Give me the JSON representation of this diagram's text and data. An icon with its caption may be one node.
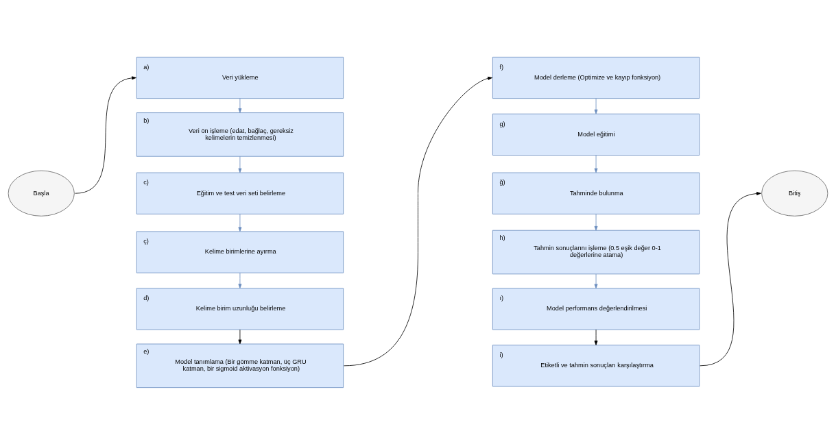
{
  "diagram": {
    "nodes": [
      {
        "text": [
          "Başla"
        ]
      },
      {
        "text": [
          "a)",
          "Veri yükleme"
        ]
      },
      {
        "text": [
          "b)",
          "Veri ön işleme (edat, bağlaç, gereksiz kelimelerin temizlenmesi)"
        ]
      },
      {
        "text": [
          "c)",
          "Eğitim ve test veri seti belirleme"
        ]
      },
      {
        "text": [
          "ç)",
          "Kelime birimlerine ayırma"
        ]
      },
      {
        "text": [
          "d)",
          "Kelime birim uzunluğu belirleme"
        ]
      },
      {
        "text": [
          "e)",
          "Model tanımlama (Bir gömme katman, üç GRU katman, bir sigmoid aktivasyon fonksiyon)"
        ]
      },
      {
        "text": [
          "f)",
          "Model derleme (Optimize ve kayıp fonksiyon)"
        ]
      },
      {
        "text": [
          "g)",
          "Model eğitimi"
        ]
      },
      {
        "text": [
          "ğ)",
          "Tahminde bulunma"
        ]
      },
      {
        "text": [
          "h)",
          "Tahmin sonuçlarını işleme (0.5 eşik değer 0-1 değerlerine atama)"
        ]
      },
      {
        "text": [
          "ı)",
          "Model performans değerlendirilmesi"
        ]
      },
      {
        "text": [
          "i)",
          "Etiketli ve tahmin sonuçları karşılaştırma"
        ]
      },
      {
        "text": [
          "Bitiş"
        ]
      }
    ],
    "edges": [
      {
        "from": 0,
        "to": 1,
        "arrow": "to",
        "color": "#000000"
      },
      {
        "from": 1,
        "to": 2,
        "arrow": "to"
      },
      {
        "from": 2,
        "to": 3,
        "arrow": "to"
      },
      {
        "from": 3,
        "to": 4,
        "arrow": "to"
      },
      {
        "from": 4,
        "to": 5,
        "arrow": "to"
      },
      {
        "from": 5,
        "to": 6,
        "arrow": "to",
        "color": "#000000"
      },
      {
        "from": 6,
        "to": 7,
        "arrow": "to",
        "color": "#000000"
      },
      {
        "from": 7,
        "to": 8,
        "arrow": "to"
      },
      {
        "from": 8,
        "to": 9,
        "arrow": "to"
      },
      {
        "from": 9,
        "to": 10,
        "arrow": "to"
      },
      {
        "from": 10,
        "to": 11,
        "arrow": "to"
      },
      {
        "from": 11,
        "to": 12,
        "arrow": "to",
        "color": "#000000"
      },
      {
        "from": 12,
        "to": 13,
        "arrow": "to",
        "color": "#000000"
      }
    ]
  }
}
